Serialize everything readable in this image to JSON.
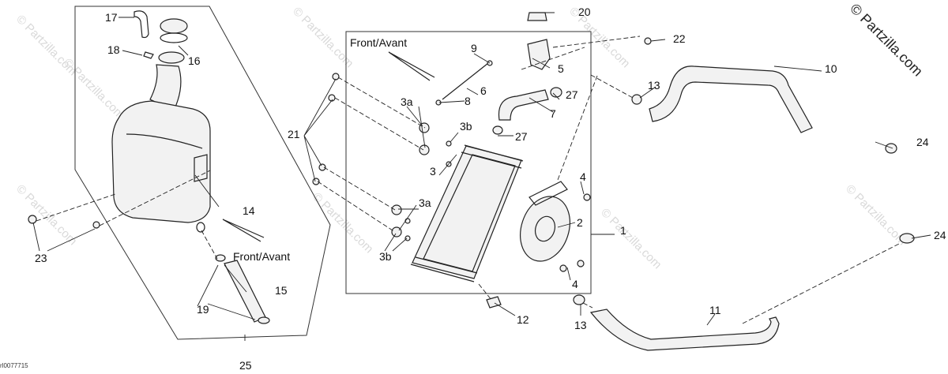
{
  "diagram": {
    "watermark_corner": "© Partzilla.com",
    "watermark_tile": "© Partzilla.com",
    "drawing_code": "rl0077715",
    "front_label": "Front/Avant",
    "callouts": {
      "c1": "1",
      "c2": "2",
      "c3": "3",
      "c3a_top": "3a",
      "c3b_top": "3b",
      "c3a_bottom": "3a",
      "c3b_bottom": "3b",
      "c4_top": "4",
      "c4_bottom": "4",
      "c5": "5",
      "c6": "6",
      "c7": "7",
      "c8": "8",
      "c9": "9",
      "c10": "10",
      "c11": "11",
      "c12": "12",
      "c13_top": "13",
      "c13_bottom": "13",
      "c14": "14",
      "c15": "15",
      "c16": "16",
      "c17": "17",
      "c18": "18",
      "c19": "19",
      "c20": "20",
      "c21": "21",
      "c22": "22",
      "c23": "23",
      "c24_top": "24",
      "c24_right": "24",
      "c25": "25",
      "c27_top": "27",
      "c27_mid": "27"
    }
  }
}
